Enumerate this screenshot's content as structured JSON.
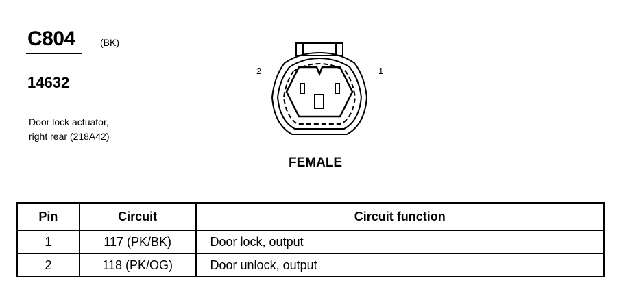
{
  "connector": {
    "id": "C804",
    "color_code": "(BK)",
    "part_number": "14632",
    "description_lines": [
      "Door lock actuator,",
      "right rear (218A42)"
    ]
  },
  "diagram": {
    "pin_labels": {
      "left": "2",
      "right": "1"
    },
    "gender": "FEMALE"
  },
  "table": {
    "headers": [
      "Pin",
      "Circuit",
      "Circuit function"
    ],
    "rows": [
      {
        "pin": "1",
        "circuit": "117 (PK/BK)",
        "function": "Door lock, output"
      },
      {
        "pin": "2",
        "circuit": "118 (PK/OG)",
        "function": "Door unlock, output"
      }
    ]
  }
}
